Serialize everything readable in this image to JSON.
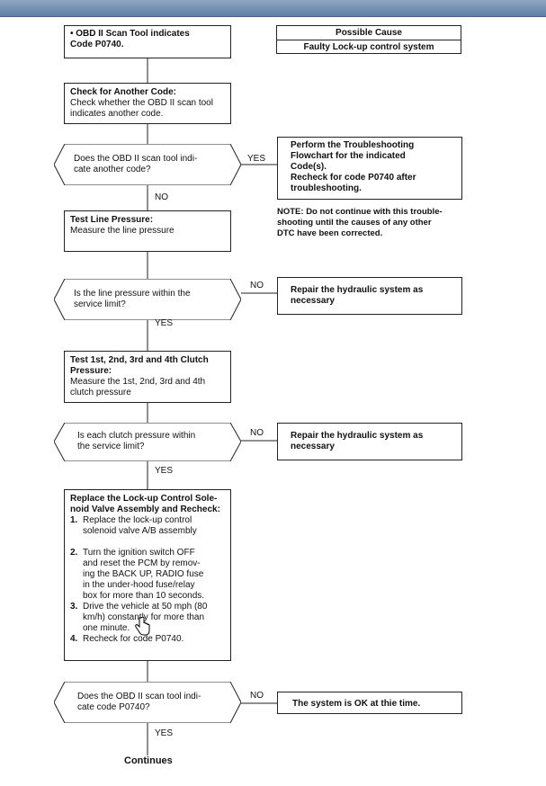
{
  "start_box": {
    "line1": "• OBD II Scan Tool indicates",
    "line2": "Code P0740."
  },
  "cause_table": {
    "header": "Possible Cause",
    "value": "Faulty Lock-up control system"
  },
  "check_code": {
    "title": "Check for Another Code:",
    "body": "Check whether the OBD II scan tool indicates another code."
  },
  "q1": {
    "line1": "Does the OBD II scan tool indi-",
    "line2": "cate another code?",
    "yes": "YES",
    "no": "NO"
  },
  "perform_box": {
    "line1": "Perform the Troubleshooting",
    "line2": "Flowchart for the indicated",
    "line3": "Code(s).",
    "line4": "Recheck for code P0740 after",
    "line5": "troubleshooting."
  },
  "note": {
    "line1": "NOTE:  Do not continue with this trouble-",
    "line2": "shooting until the causes of any other",
    "line3": "DTC have been corrected."
  },
  "line_pressure": {
    "title": "Test Line Pressure:",
    "body": "Measure the line pressure"
  },
  "q2": {
    "line1": "Is the line pressure within the",
    "line2": "service limit?",
    "no": "NO",
    "yes": "YES"
  },
  "repair1": {
    "line1": "Repair the hydraulic system as",
    "line2": "necessary"
  },
  "clutch_pressure": {
    "title1": "Test 1st, 2nd, 3rd and 4th Clutch",
    "title2": "Pressure:",
    "body1": "Measure the 1st, 2nd, 3rd and 4th",
    "body2": "clutch pressure"
  },
  "q3": {
    "line1": "Is each clutch pressure within",
    "line2": "the service limit?",
    "no": "NO",
    "yes": "YES"
  },
  "repair2": {
    "line1": "Repair the hydraulic system as",
    "line2": "necessary"
  },
  "replace_box": {
    "title1": "Replace the Lock-up Control Sole-",
    "title2": "noid Valve Assembly and Recheck:",
    "steps": [
      {
        "n": "1.",
        "lines": [
          "Replace the lock-up control",
          "solenoid valve A/B assembly"
        ]
      },
      {
        "n": "2.",
        "lines": [
          "Turn the ignition switch OFF",
          "and reset the PCM by remov-",
          "ing the BACK UP, RADIO fuse",
          "in the under-hood fuse/relay",
          "box for more than 10 seconds."
        ]
      },
      {
        "n": "3.",
        "lines": [
          "Drive the vehicle at 50 mph (80",
          "km/h) constantly for more than",
          "one minute."
        ]
      },
      {
        "n": "4.",
        "lines": [
          "Recheck for code P0740."
        ]
      }
    ]
  },
  "q4": {
    "line1": "Does the OBD II scan tool indi-",
    "line2": "cate code P0740?",
    "no": "NO",
    "yes": "YES"
  },
  "ok_box": {
    "text": "The system is OK at thie time."
  },
  "continues": "Continues"
}
